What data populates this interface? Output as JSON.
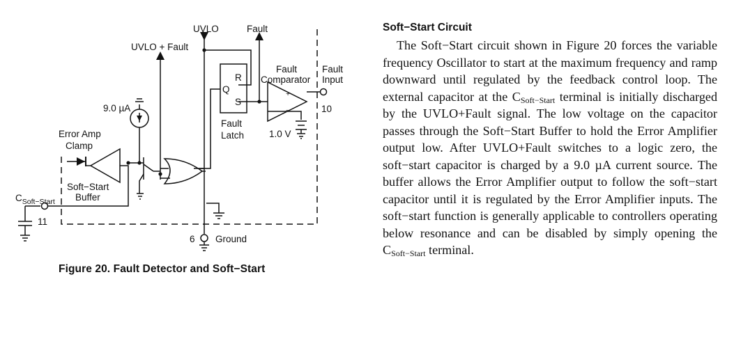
{
  "figure": {
    "caption": "Figure 20. Fault Detector and Soft−Start",
    "labels": {
      "uvlo": "UVLO",
      "fault": "Fault",
      "uvlo_plus_fault": "UVLO + Fault",
      "r": "R",
      "q": "Q",
      "s": "S",
      "fault_comparator_1": "Fault",
      "fault_comparator_2": "Comparator",
      "fault_input_1": "Fault",
      "fault_input_2": "Input",
      "pin_10": "10",
      "plus_sign": "+",
      "minus_sign": "−",
      "current_source": "9.0 µA",
      "error_amp_clamp_1": "Error Amp",
      "error_amp_clamp_2": "Clamp",
      "fault_latch_1": "Fault",
      "fault_latch_2": "Latch",
      "voltage_ref": "1.0 V",
      "soft_start_buffer_1": "Soft−Start",
      "soft_start_buffer_2": "Buffer",
      "csoft_c": "C",
      "csoft_sub": "Soft−Start",
      "pin_11": "11",
      "pin_6": "6",
      "ground": "Ground"
    }
  },
  "article": {
    "heading": "Soft−Start Circuit",
    "para_part1": "The Soft−Start circuit shown in Figure 20 forces the variable frequency Oscillator to start at the maximum frequency and ramp downward until regulated by the feedback control loop. The external capacitor at the C",
    "para_sub1": "Soft−Start",
    "para_part2": " terminal is initially discharged by the UVLO+Fault signal. The low voltage on the capacitor passes through the Soft−Start Buffer to hold the Error Amplifier output low. After UVLO+Fault switches to a logic zero, the soft−start capacitor is charged by a 9.0 µA current source. The buffer allows the Error Amplifier output to follow the soft−start capacitor until it is regulated by the Error Amplifier inputs. The soft−start function is generally applicable to controllers operating below resonance and can be disabled by simply opening the C",
    "para_sub2": "Soft−Start",
    "para_part3": " terminal."
  }
}
